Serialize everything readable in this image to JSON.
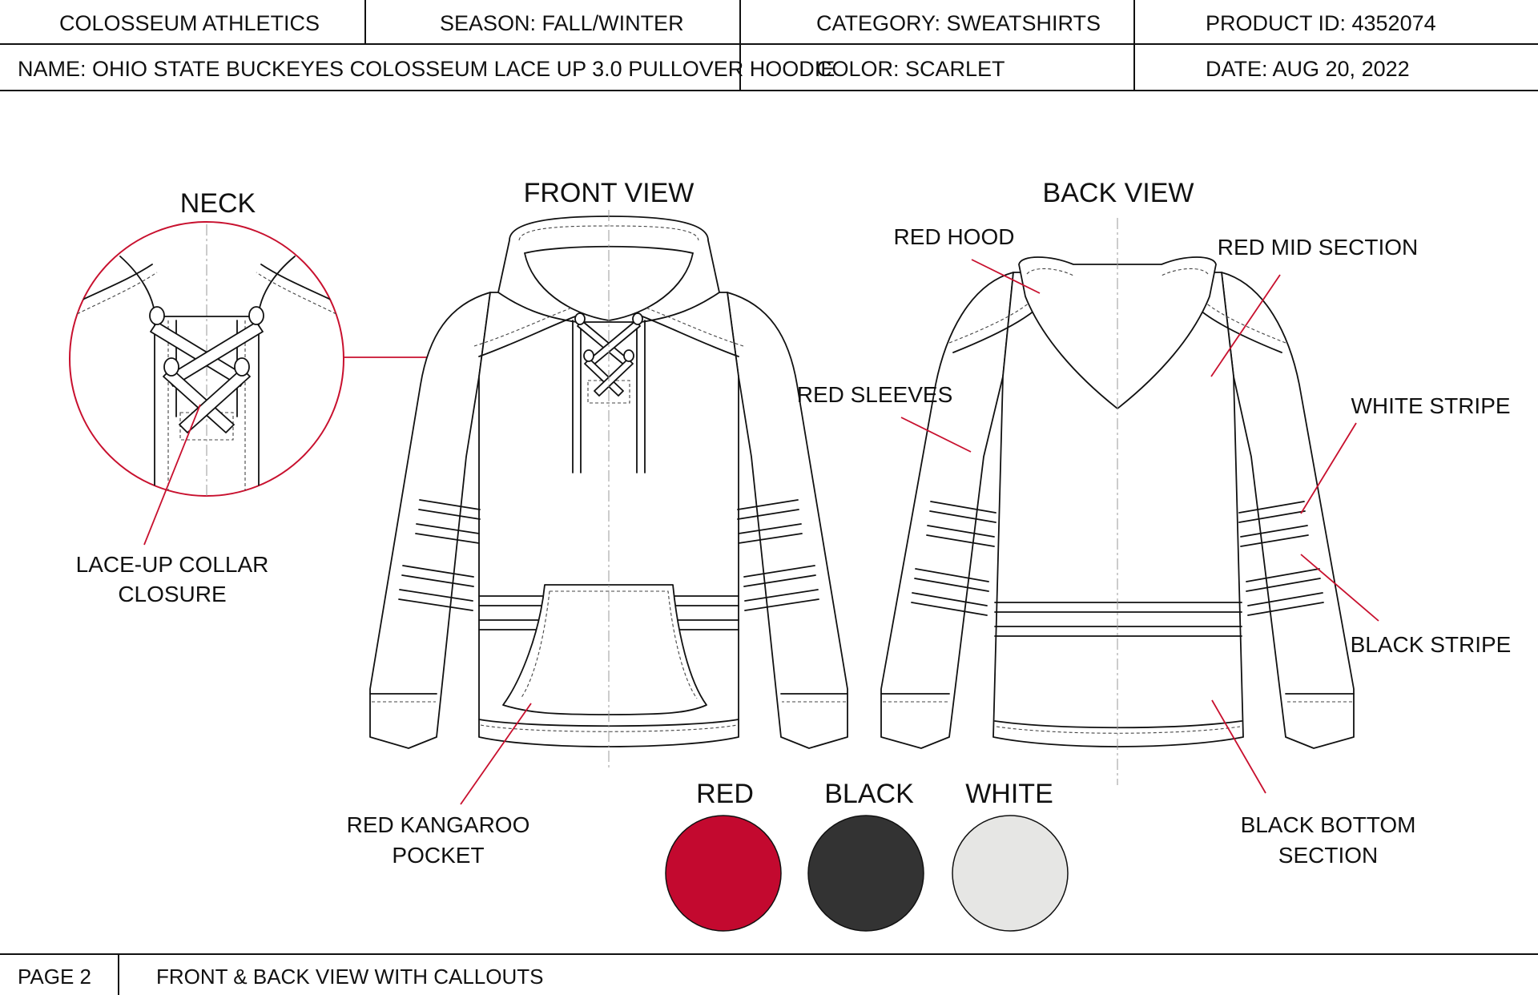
{
  "header": {
    "brand": "COLOSSEUM ATHLETICS",
    "season": "SEASON: FALL/WINTER",
    "category": "CATEGORY: SWEATSHIRTS",
    "product_id": "PRODUCT ID: 4352074",
    "name": "NAME: OHIO STATE BUCKEYES COLOSSEUM LACE UP 3.0 PULLOVER HOODIE",
    "color": "COLOR: SCARLET",
    "date": "DATE: AUG 20, 2022"
  },
  "views": {
    "neck": "NECK",
    "front": "FRONT VIEW",
    "back": "BACK VIEW"
  },
  "callouts": {
    "lace_up_1": "LACE-UP COLLAR",
    "lace_up_2": "CLOSURE",
    "kangaroo_1": "RED KANGAROO",
    "kangaroo_2": "POCKET",
    "red_hood": "RED HOOD",
    "red_mid": "RED MID SECTION",
    "red_sleeves": "RED SLEEVES",
    "white_stripe": "WHITE STRIPE",
    "black_stripe": "BLACK STRIPE",
    "black_bottom_1": "BLACK BOTTOM",
    "black_bottom_2": "SECTION"
  },
  "swatches": [
    {
      "label": "RED",
      "color": "#c3092f"
    },
    {
      "label": "BLACK",
      "color": "#333333"
    },
    {
      "label": "WHITE",
      "color": "#e6e6e4"
    }
  ],
  "callout_line_color": "#c8102e",
  "footer": {
    "page": "PAGE 2",
    "description": "FRONT & BACK VIEW WITH CALLOUTS"
  }
}
